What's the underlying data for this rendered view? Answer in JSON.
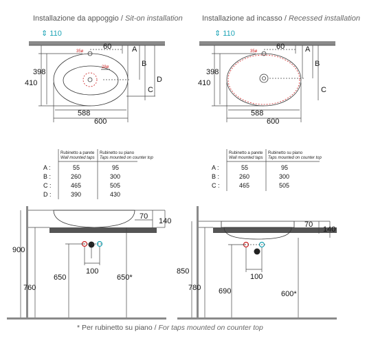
{
  "titles": {
    "left_it": "Installazione da appoggio",
    "left_en": "Sit-on installation",
    "right_it": "Installazione ad incasso",
    "right_en": "Recessed installation",
    "sep": "/"
  },
  "top_dims": {
    "tap_depth": "110",
    "tap_depth_symbol": "⇕",
    "hole_left": "35ø",
    "waste": "28ø",
    "hole_right": "35ø",
    "d60": "60",
    "h398": "398",
    "h410": "410",
    "w588": "588",
    "w600": "600",
    "A": "A",
    "B": "B",
    "C": "C",
    "D": "D"
  },
  "tables": {
    "header_wall_it": "Rubinetto a parete",
    "header_wall_en": "Wall mounted taps",
    "header_top_it": "Rubinetto su piano",
    "header_top_en": "Taps mounted on counter top",
    "left_rows": [
      {
        "label": "A :",
        "wall": "55",
        "top": "95"
      },
      {
        "label": "B :",
        "wall": "260",
        "top": "300"
      },
      {
        "label": "C :",
        "wall": "465",
        "top": "505"
      },
      {
        "label": "D :",
        "wall": "390",
        "top": "430"
      }
    ],
    "right_rows": [
      {
        "label": "A :",
        "wall": "55",
        "top": "95"
      },
      {
        "label": "B :",
        "wall": "260",
        "top": "300"
      },
      {
        "label": "C :",
        "wall": "465",
        "top": "505"
      }
    ]
  },
  "side_left": {
    "d70": "70",
    "d140": "140",
    "h900": "900",
    "h760": "760",
    "h650": "650",
    "h650s": "650*",
    "d100": "100"
  },
  "side_right": {
    "d70": "70",
    "d140": "140",
    "h850": "850",
    "h780": "780",
    "h690": "690",
    "h600s": "600*",
    "d100": "100"
  },
  "footnote": {
    "it": "* Per rubinetto su piano /",
    "en": "For taps mounted on counter top"
  },
  "colors": {
    "accent": "#1aa3b5",
    "red": "#cc2222",
    "floor": "#8a8a8a",
    "counter": "#555555"
  }
}
